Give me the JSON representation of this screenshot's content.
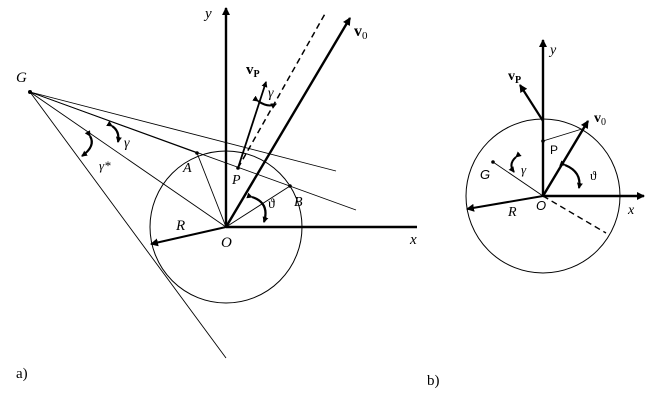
{
  "figure_a": {
    "panel_label": "a)",
    "labels": {
      "G": "G",
      "y": "y",
      "x": "x",
      "v0": "v",
      "v0_sub": "0",
      "vP": "v",
      "vP_sub": "P",
      "gamma_top": "γ",
      "gamma_mid": "γ",
      "gamma_star": "γ*",
      "A": "A",
      "B": "B",
      "P": "P",
      "theta": "ϑ",
      "R": "R",
      "O": "O"
    }
  },
  "figure_b": {
    "panel_label": "b)",
    "labels": {
      "y": "y",
      "x": "x",
      "vP": "v",
      "vP_sub": "P",
      "v0": "v",
      "v0_sub": "0",
      "P": "P",
      "G": "G",
      "gamma": "γ",
      "theta": "ϑ",
      "R": "R",
      "O": "O"
    }
  }
}
